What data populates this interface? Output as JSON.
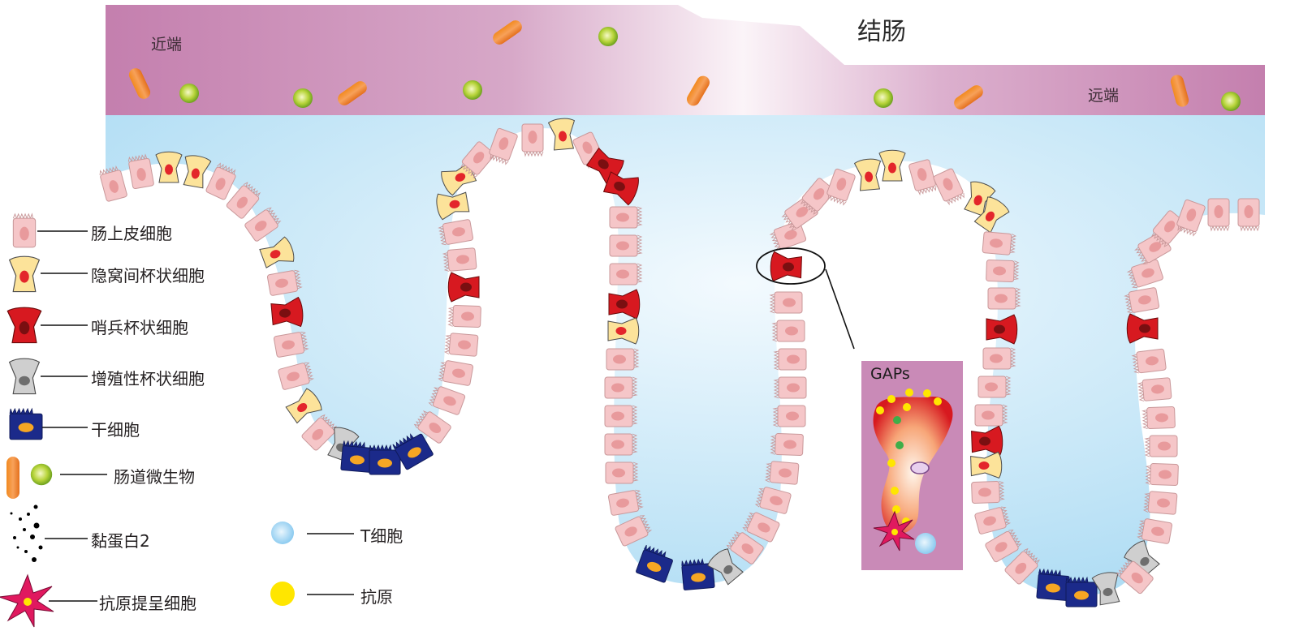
{
  "lumen": {
    "title": "结肠",
    "proximal_label": "近端",
    "distal_label": "远端"
  },
  "inset": {
    "title": "GAPs"
  },
  "legend": {
    "items": [
      {
        "label": "肠上皮细胞",
        "icon": "enterocyte-icon"
      },
      {
        "label": "隐窝间杯状细胞",
        "icon": "intercrypt-goblet-cell-icon"
      },
      {
        "label": "哨兵杯状细胞",
        "icon": "sentinel-goblet-cell-icon"
      },
      {
        "label": "增殖性杯状细胞",
        "icon": "proliferative-goblet-cell-icon"
      },
      {
        "label": "干细胞",
        "icon": "stem-cell-icon"
      },
      {
        "label": "肠道微生物",
        "icon": "gut-microbe-icon"
      },
      {
        "label": "黏蛋白2",
        "icon": "mucin2-icon"
      },
      {
        "label": "抗原提呈细胞",
        "icon": "antigen-presenting-cell-icon"
      },
      {
        "label": "T细胞",
        "icon": "t-cell-icon"
      },
      {
        "label": "抗原",
        "icon": "antigen-icon"
      }
    ]
  },
  "colors": {
    "lumen": "#c27fad",
    "mucus": "#b5e0f5",
    "enterocyte": "#f5c6c8",
    "intercrypt_goblet": "#fce39a",
    "sentinel_goblet": "#d71920",
    "proliferative_goblet": "#c8c8c8",
    "stem_cell": "#1b2a8a",
    "antigen": "#ffe600",
    "t_cell": "#9fd4f4",
    "apc": "#e0195f"
  }
}
